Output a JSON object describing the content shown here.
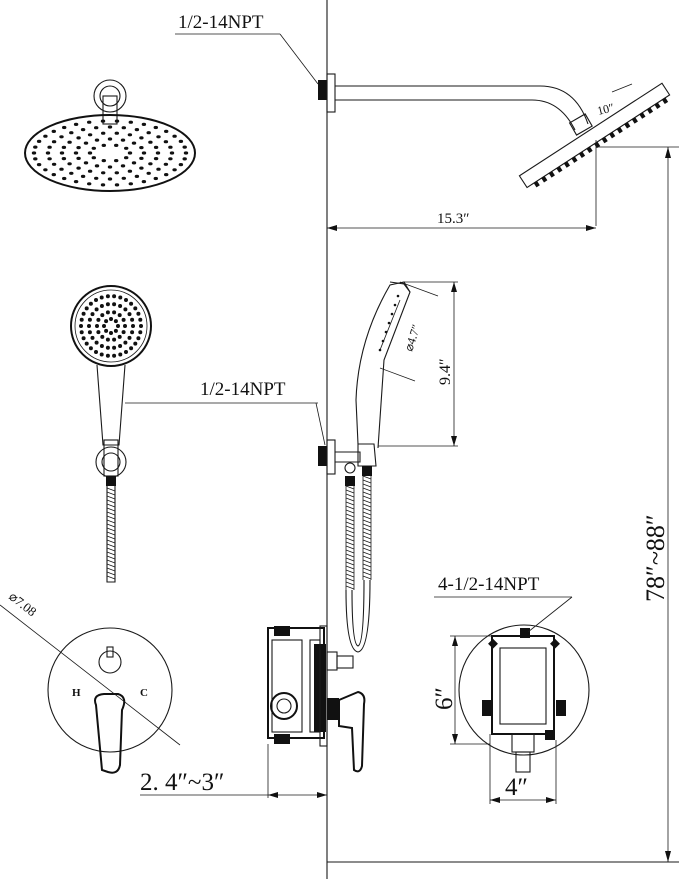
{
  "labels": {
    "npt_shower_arm": "1/2-14NPT",
    "npt_hand_shower": "1/2-14NPT",
    "npt_valve": "4-1/2-14NPT",
    "rain_head_diameter": "10″",
    "arm_reach": "15.3″",
    "hand_head_diameter": "⌀4.7″",
    "hand_shower_length": "9.4″",
    "height_range": "78″~88″",
    "trim_diameter": "⌀7.08",
    "hot": "H",
    "cold": "C",
    "wall_depth": "2. 4″~3″",
    "valve_height": "6″",
    "valve_width": "4″"
  }
}
